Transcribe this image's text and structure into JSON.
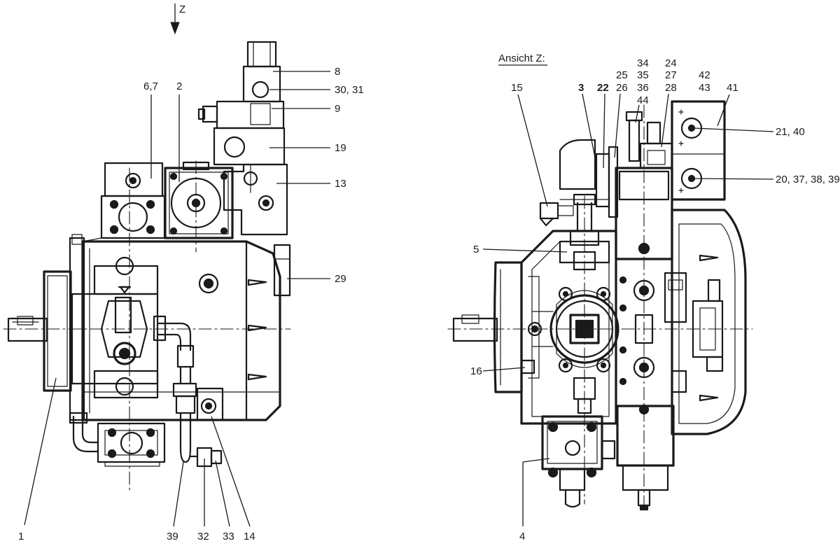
{
  "view_arrow_label": "Z",
  "view_title": "Ansicht Z:",
  "left_view_callouts": [
    {
      "label": "8"
    },
    {
      "label": "30, 31"
    },
    {
      "label": "9"
    },
    {
      "label": "19"
    },
    {
      "label": "13"
    },
    {
      "label": "6,7"
    },
    {
      "label": "2"
    },
    {
      "label": "29"
    },
    {
      "label": "1"
    },
    {
      "label": "39"
    },
    {
      "label": "32"
    },
    {
      "label": "33"
    },
    {
      "label": "14"
    }
  ],
  "right_view_callouts": [
    {
      "label": "15"
    },
    {
      "label": "3"
    },
    {
      "label": "22"
    },
    {
      "label": "25"
    },
    {
      "label": "26"
    },
    {
      "label": "34"
    },
    {
      "label": "35"
    },
    {
      "label": "36"
    },
    {
      "label": "44"
    },
    {
      "label": "24"
    },
    {
      "label": "27"
    },
    {
      "label": "28"
    },
    {
      "label": "42"
    },
    {
      "label": "43"
    },
    {
      "label": "41"
    },
    {
      "label": "21, 40"
    },
    {
      "label": "20, 37, 38, 39"
    },
    {
      "label": "5"
    },
    {
      "label": "16"
    },
    {
      "label": "4"
    }
  ]
}
